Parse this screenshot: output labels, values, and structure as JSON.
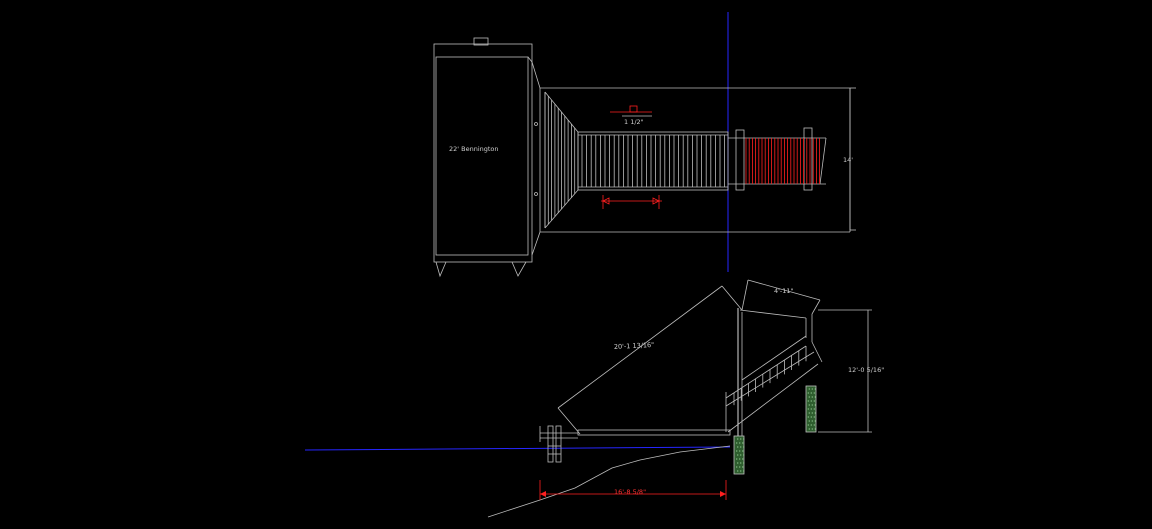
{
  "colors": {
    "background": "#000000",
    "linework": "#bdbdbd",
    "highlight": "#ff2020",
    "construction": "#2626ff",
    "pier_fill": "#3a7a3a"
  },
  "plan_view": {
    "boat_label": "22' Bennington",
    "dim_small": "1 1/2\"",
    "dim_vertical": "14'"
  },
  "elevation_view": {
    "dim_diagonal": "20'-1 13/16\"",
    "dim_top": "4'-11\"",
    "dim_height": "12'-0 5/16\"",
    "dim_bottom": "16'-8 5/8\""
  }
}
